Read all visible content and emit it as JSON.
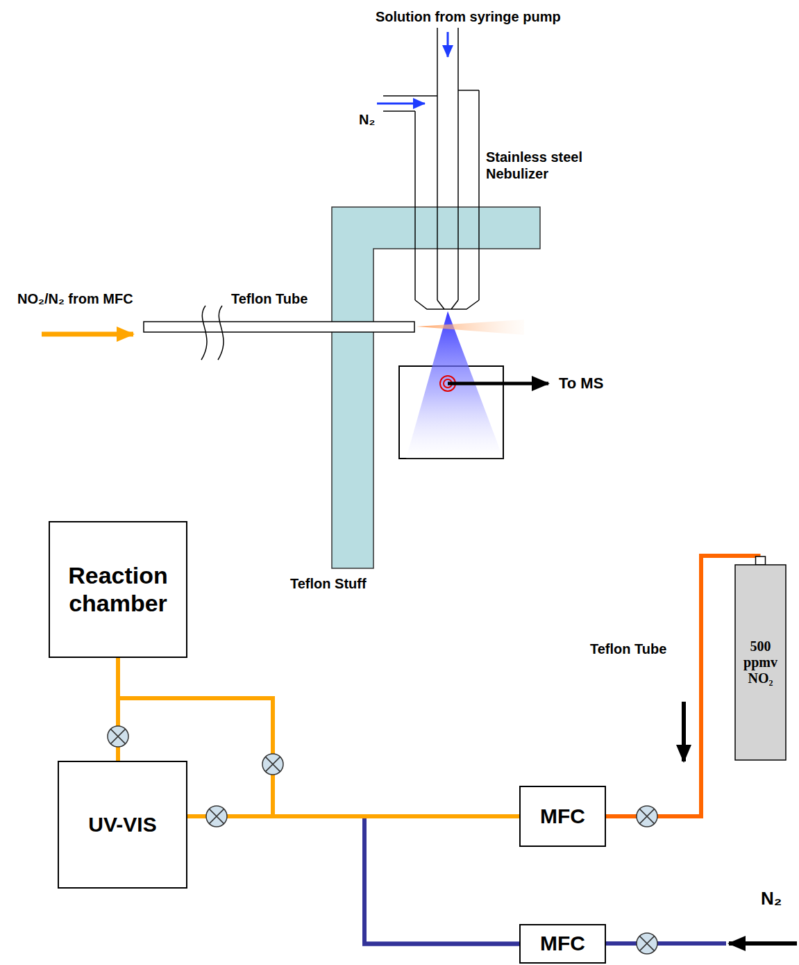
{
  "diagram": {
    "nodes": [
      {
        "text": [
          "Reaction chamber"
        ]
      },
      {
        "text": [
          "UV-VIS"
        ]
      },
      {
        "text": [
          "MFC"
        ]
      },
      {
        "text": [
          "MFC"
        ]
      },
      {
        "text": [
          "500 ppmv NO₂"
        ]
      }
    ],
    "edges": [
      {
        "from": 3,
        "to": 1,
        "arrow": "none"
      },
      {
        "from": 3,
        "to": 0,
        "arrow": "none"
      },
      {
        "from": 4,
        "to": 2,
        "arrow": "none"
      },
      {
        "from": 2,
        "to": 1,
        "arrow": "none"
      },
      {
        "from": 2,
        "to": 0,
        "arrow": "none"
      },
      {
        "from": 0,
        "to": 1,
        "arrow": "none"
      }
    ],
    "labels": [
      "Solution from syringe pump",
      "N₂",
      "Stainless steel Nebulizer",
      "NO₂/N₂ from MFC",
      "Teflon Tube",
      "To MS",
      "Teflon Stuff",
      "Teflon Tube",
      "N₂"
    ]
  }
}
